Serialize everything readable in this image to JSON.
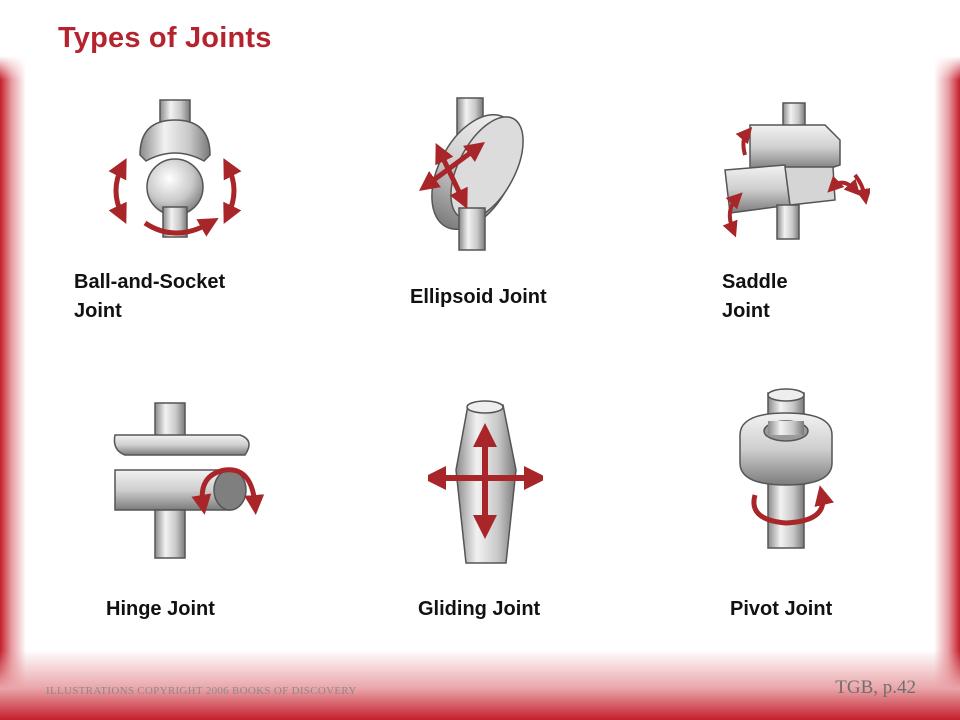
{
  "title": "Types of Joints",
  "joints": [
    {
      "id": "ball-and-socket",
      "label_line1": "Ball-and-Socket",
      "label_line2": "Joint"
    },
    {
      "id": "ellipsoid",
      "label": "Ellipsoid Joint"
    },
    {
      "id": "saddle",
      "label_line1": "Saddle",
      "label_line2": "Joint"
    },
    {
      "id": "hinge",
      "label": "Hinge Joint"
    },
    {
      "id": "gliding",
      "label": "Gliding Joint"
    },
    {
      "id": "pivot",
      "label": "Pivot Joint"
    }
  ],
  "footer": {
    "copyright": "ILLUSTRATIONS COPYRIGHT 2006 BOOKS OF DISCOVERY",
    "reference": "TGB, p.42"
  },
  "colors": {
    "accent": "#b5232f",
    "arrow": "#a8262a",
    "border": "#c41e2b"
  }
}
